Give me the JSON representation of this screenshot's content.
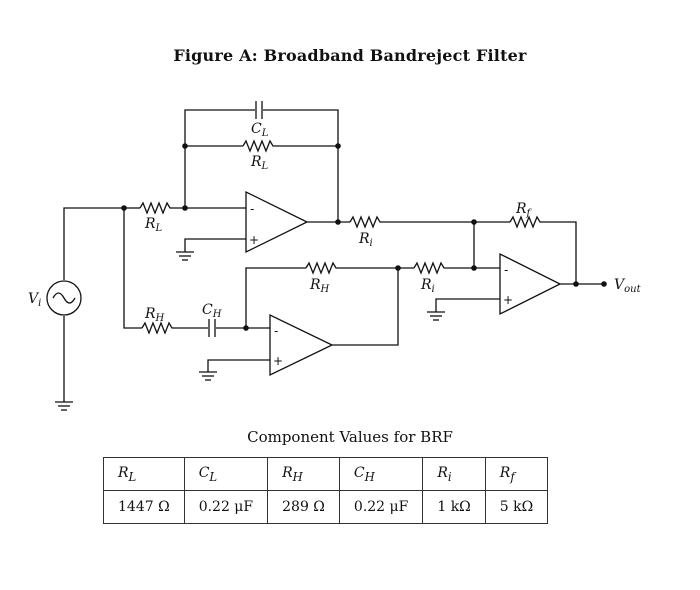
{
  "title": "Figure A: Broadband Bandreject Filter",
  "labels": {
    "cl": "C",
    "cl_sub": "L",
    "rl_top": "R",
    "rl_top_sub": "L",
    "rl_in": "R",
    "rl_in_sub": "L",
    "ri1": "R",
    "ri1_sub": "i",
    "rf": "R",
    "rf_sub": "f",
    "rh_mid": "R",
    "rh_mid_sub": "H",
    "ri2": "R",
    "ri2_sub": "i",
    "rh_in": "R",
    "rh_in_sub": "H",
    "ch": "C",
    "ch_sub": "H",
    "vi": "V",
    "vi_sub": "i",
    "vout": "V",
    "vout_sub": "out",
    "minus": "-",
    "plus": "+"
  },
  "table": {
    "caption": "Component Values for BRF",
    "headers": [
      "R_L",
      "C_L",
      "R_H",
      "C_H",
      "R_i",
      "R_f"
    ],
    "header_base": [
      "R",
      "C",
      "R",
      "C",
      "R",
      "R"
    ],
    "header_sub": [
      "L",
      "L",
      "H",
      "H",
      "i",
      "f"
    ],
    "values": [
      "1447 Ω",
      "0.22 μF",
      "289 Ω",
      "0.22 μF",
      "1 kΩ",
      "5 kΩ"
    ]
  }
}
